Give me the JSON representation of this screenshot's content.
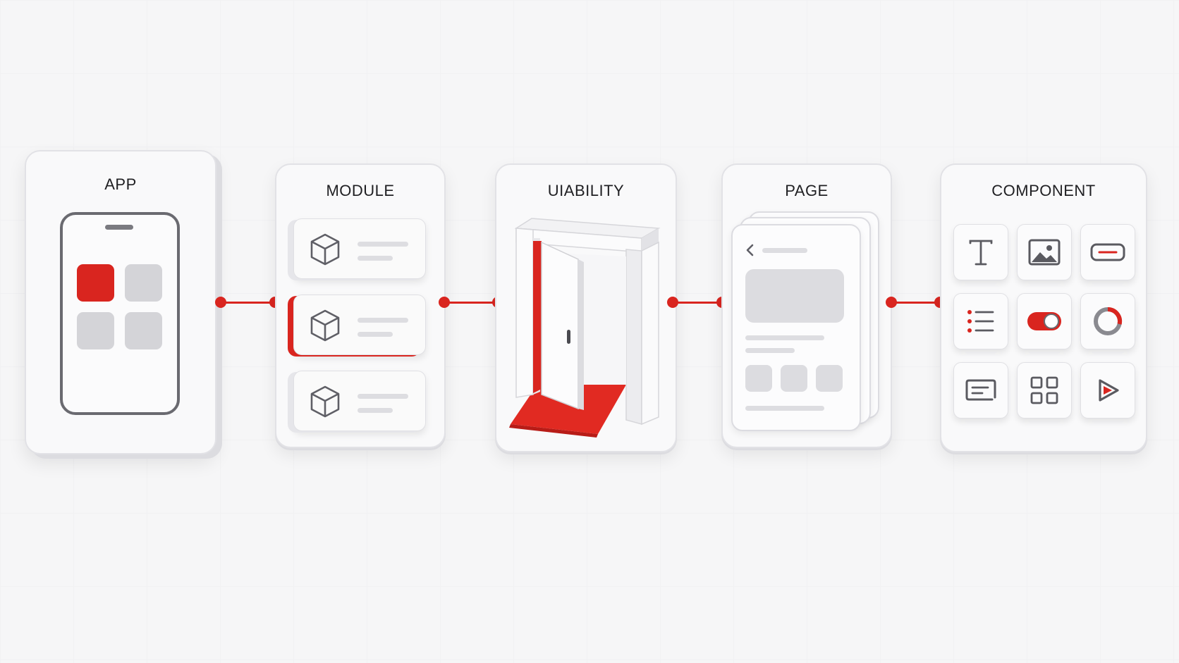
{
  "stages": [
    {
      "title": "APP",
      "icon": "phone-app-grid-icon"
    },
    {
      "title": "MODULE",
      "icon": "cube-icon"
    },
    {
      "title": "UIABILITY",
      "icon": "open-door-icon"
    },
    {
      "title": "PAGE",
      "icon": "page-stack-icon"
    },
    {
      "title": "COMPONENT",
      "icon": "component-grid-icon"
    }
  ],
  "components": [
    "text-icon",
    "image-icon",
    "button-icon",
    "list-icon",
    "toggle-icon",
    "progress-ring-icon",
    "text-input-icon",
    "grid-icon",
    "play-icon"
  ],
  "colors": {
    "accent": "#d9251f",
    "card_border": "#e2e2e6",
    "icon_gray": "#5f5f66",
    "placeholder_gray": "#dcdce0",
    "background": "#f6f6f7"
  }
}
